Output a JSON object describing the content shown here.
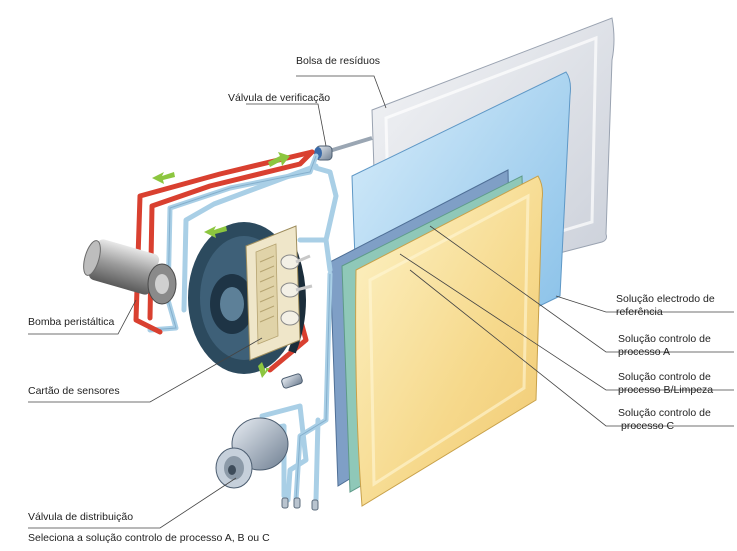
{
  "labels": {
    "bolsa": "Bolsa de resíduos",
    "valvula_verificacao": "Válvula de  verificação",
    "bomba": "Bomba peristáltica",
    "cartao": "Cartão de sensores",
    "valvula_distribuicao": "Válvula de distribuição",
    "seleciona": "Seleciona a solução controlo de processo A, B ou C",
    "ref_line1": "Solução electrodo de",
    "ref_line2": "referência",
    "a_line1": "Solução controlo de",
    "a_line2": "processo A",
    "b_line1": "Solução controlo de",
    "b_line2": "processo B/Limpeza",
    "c_line1": "Solução controlo de",
    "c_line2": "processo C"
  },
  "colors": {
    "waste_bag": "#dde2ea",
    "ref_solution": "#a9d4f2",
    "process_a": "#7f9fc6",
    "process_b": "#8fc8b8",
    "process_c": "#f5d98a",
    "tube_red": "#d94030",
    "tube_blue": "#a9cfe6",
    "flow_arrow": "#8cc63f",
    "rotor": "#2c4a5e",
    "sensor_card": "#efe6c9"
  }
}
